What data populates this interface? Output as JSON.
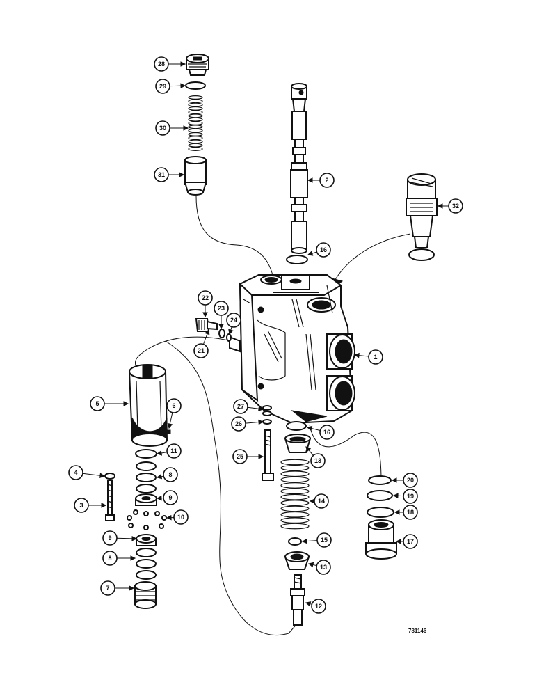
{
  "diagram": {
    "reference_code": "781146",
    "callouts": [
      {
        "label": "28"
      },
      {
        "label": "29"
      },
      {
        "label": "30"
      },
      {
        "label": "31"
      },
      {
        "label": "2"
      },
      {
        "label": "16"
      },
      {
        "label": "32"
      },
      {
        "label": "22"
      },
      {
        "label": "23"
      },
      {
        "label": "24"
      },
      {
        "label": "21"
      },
      {
        "label": "1"
      },
      {
        "label": "5"
      },
      {
        "label": "6"
      },
      {
        "label": "27"
      },
      {
        "label": "26"
      },
      {
        "label": "16"
      },
      {
        "label": "11"
      },
      {
        "label": "25"
      },
      {
        "label": "13"
      },
      {
        "label": "8"
      },
      {
        "label": "4"
      },
      {
        "label": "20"
      },
      {
        "label": "9"
      },
      {
        "label": "19"
      },
      {
        "label": "14"
      },
      {
        "label": "3"
      },
      {
        "label": "18"
      },
      {
        "label": "10"
      },
      {
        "label": "9"
      },
      {
        "label": "15"
      },
      {
        "label": "17"
      },
      {
        "label": "8"
      },
      {
        "label": "13"
      },
      {
        "label": "7"
      },
      {
        "label": "12"
      }
    ]
  }
}
